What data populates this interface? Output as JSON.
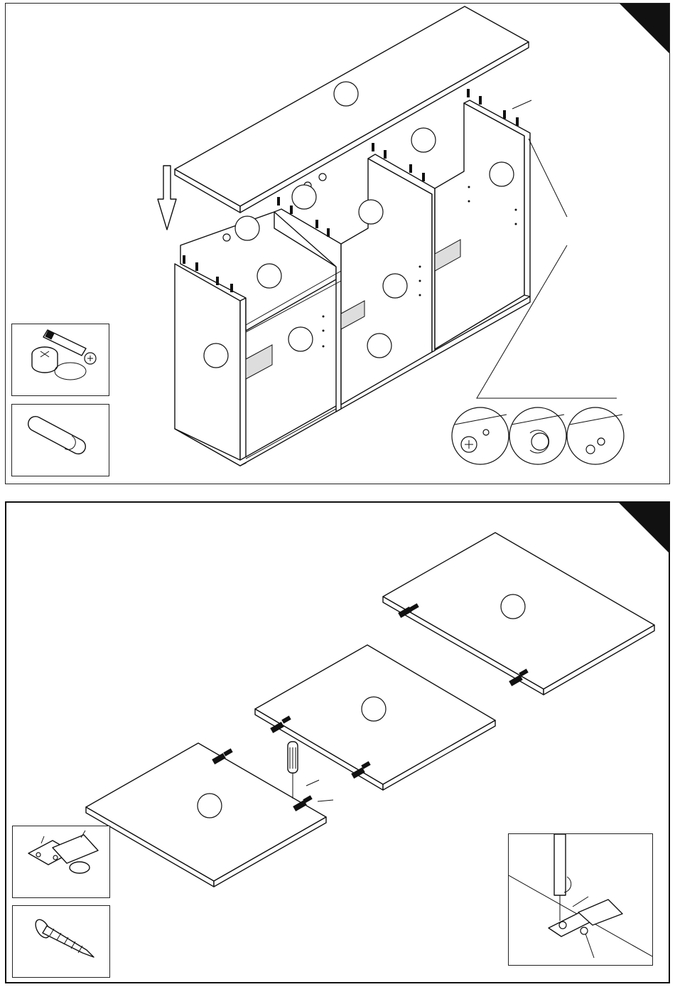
{
  "step1": {
    "label": "",
    "part_markers": [
      "",
      "",
      "",
      "",
      "",
      "",
      "",
      "",
      "",
      "",
      "",
      ""
    ],
    "hardware": [
      {
        "name": "cam-lock-fitting-icon"
      },
      {
        "name": "wooden-dowel-icon"
      }
    ],
    "detail_sequence": [
      "insert-cam",
      "rotate-cam",
      "cam-locked"
    ]
  },
  "step2": {
    "label": "",
    "part_markers": [
      "",
      "",
      ""
    ],
    "hardware": [
      {
        "name": "cabinet-hinge-icon"
      },
      {
        "name": "wood-screw-icon"
      }
    ]
  }
}
